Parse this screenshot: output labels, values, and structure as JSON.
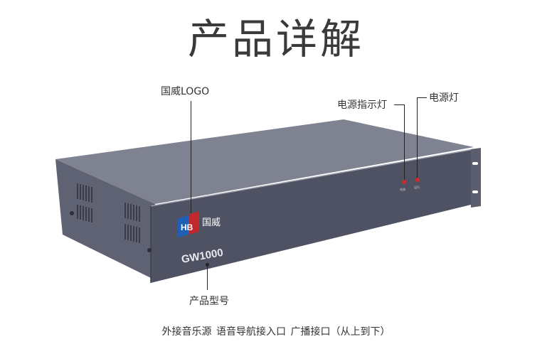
{
  "title": "产品详解",
  "device": {
    "brand_badge": "HB",
    "brand_name": "国威",
    "model": "GW1000",
    "indicator_labels": [
      "电源",
      "运行"
    ]
  },
  "callouts": {
    "logo": "国威LOGO",
    "power_indicator": "电源指示灯",
    "power_light": "电源灯",
    "model": "产品型号"
  },
  "caption": "外接音乐源  语音导航接入口  广播接口（从上到下）"
}
